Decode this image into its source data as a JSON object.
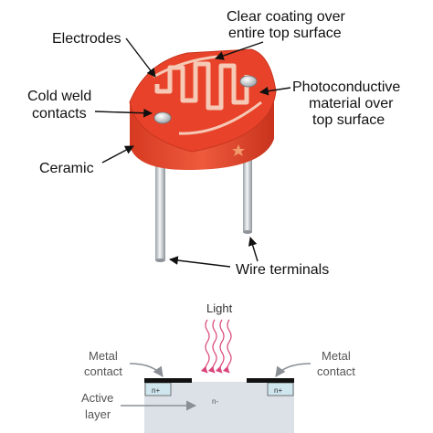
{
  "ldr": {
    "labels": {
      "clear_coating_1": "Clear coating over",
      "clear_coating_2": "entire top surface",
      "electrodes": "Electrodes",
      "cold_weld_1": "Cold weld",
      "cold_weld_2": "contacts",
      "photo_1": "Photoconductive",
      "photo_2": "material over",
      "photo_3": "top surface",
      "ceramic": "Ceramic",
      "wire_terminals": "Wire terminals"
    }
  },
  "cross_section": {
    "light": "Light",
    "metal_contact_left_1": "Metal",
    "metal_contact_left_2": "contact",
    "metal_contact_right_1": "Metal",
    "metal_contact_right_2": "contact",
    "active_1": "Active",
    "active_2": "layer",
    "n_plus_left": "n+",
    "n_plus_right": "n+",
    "n_minus": "n-"
  },
  "colors": {
    "ceramic_red": "#e8432a",
    "text": "#111111",
    "light_rays": "#d9457a",
    "semiconductor": "#dbe1e7",
    "contact_fill": "#cfe6ee"
  }
}
